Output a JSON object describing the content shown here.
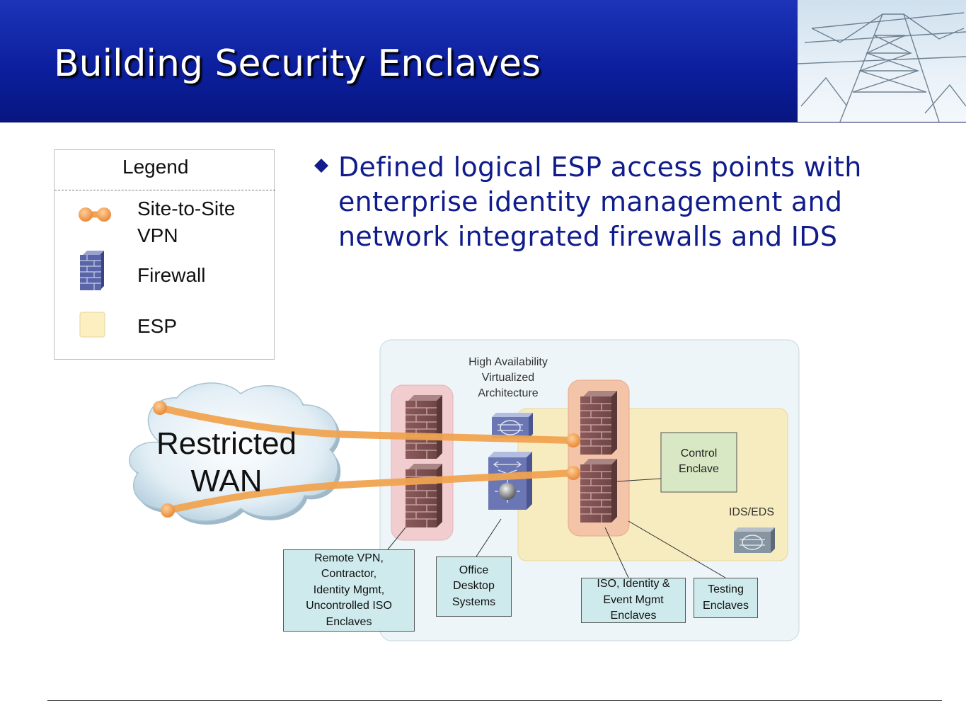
{
  "header": {
    "title": "Building Security Enclaves",
    "colors": {
      "band": "#0c1f9e",
      "title": "#ffffff"
    }
  },
  "legend": {
    "title": "Legend",
    "items": [
      {
        "icon": "vpn-tunnel-icon",
        "label_line1": "Site-to-Site",
        "label_line2": "VPN"
      },
      {
        "icon": "firewall-icon",
        "label": "Firewall"
      },
      {
        "icon": "esp-swatch-icon",
        "label": "ESP"
      }
    ]
  },
  "bullet": {
    "icon": "diamond-bullet-icon",
    "text": "Defined logical ESP access points with enterprise identity management and network integrated firewalls and IDS",
    "color": "#101c8c"
  },
  "diagram": {
    "wan": {
      "line1": "Restricted",
      "line2": "WAN"
    },
    "ha_label": {
      "line1": "High Availability",
      "line2": "Virtualized",
      "line3": "Architecture"
    },
    "ids_label": "IDS/EDS",
    "control_enclave": {
      "line1": "Control",
      "line2": "Enclave"
    },
    "remote_vpn": {
      "line1": "Remote VPN,",
      "line2": "Contractor,",
      "line3": "Identity Mgmt,",
      "line4": "Uncontrolled ISO",
      "line5": "Enclaves"
    },
    "office": {
      "line1": "Office",
      "line2": "Desktop",
      "line3": "Systems"
    },
    "iso": {
      "line1": "ISO, Identity &",
      "line2": "Event Mgmt",
      "line3": "Enclaves"
    },
    "testing": {
      "line1": "Testing",
      "line2": "Enclaves"
    },
    "colors": {
      "esp_fill": "#f7ecbf",
      "container_fill": "#eef5f8",
      "firewall_group_fill": "#f1cdd0",
      "vpn_tunnel": "#f0a350",
      "label_box_fill": "#cfeaec",
      "control_enclave_fill": "#d9e8c4"
    }
  }
}
